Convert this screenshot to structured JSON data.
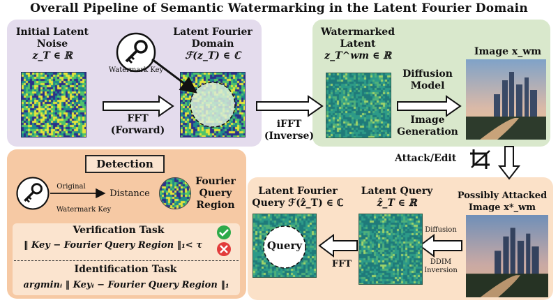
{
  "title": "Overall Pipeline of Semantic Watermarking in the Latent Fourier Domain",
  "generation": {
    "initial_noise": {
      "line1": "Initial Latent",
      "line2": "Noise",
      "math": "z_T ∈ ℝ"
    },
    "fourier_domain": {
      "line1": "Latent Fourier",
      "line2": "Domain",
      "math": "ℱ(z_T) ∈ ℂ"
    },
    "watermark_key_label": "Watermark Key",
    "fft": {
      "label": "FFT",
      "sub": "(Forward)"
    }
  },
  "ifft": {
    "label": "iFFT",
    "sub": "(Inverse)"
  },
  "watermarked": {
    "line1": "Watermarked",
    "line2": "Latent",
    "math": "z_T^wm ∈ ℝ",
    "diffusion": {
      "line1": "Diffusion",
      "line2": "Model",
      "line3": "Image",
      "line4": "Generation"
    },
    "image_label": "Image x_wm"
  },
  "attack_label": "Attack/Edit",
  "detection": {
    "title": "Detection",
    "original_label": "Original",
    "watermark_key_label": "Watermark Key",
    "distance_label": "Distance",
    "query_region": {
      "line1": "Fourier",
      "line2": "Query",
      "line3": "Region"
    },
    "verification": {
      "title": "Verification Task",
      "formula": "‖ Key − Fourier Query Region ‖₁< τ"
    },
    "identification": {
      "title": "Identification Task",
      "formula": "argminᵢ ‖ Keyᵢ − Fourier Query Region ‖₁"
    }
  },
  "attacked": {
    "fourier": {
      "line1": "Latent Fourier",
      "line2": "Query ℱ(ẑ_T) ∈ ℂ"
    },
    "query_circle": "Query",
    "latent_query": {
      "line1": "Latent Query",
      "math": "ẑ_T ∈ ℝ"
    },
    "image": {
      "line1": "Possibly Attacked",
      "line2": "Image x*_wm"
    },
    "fft_label": "FFT",
    "diffusion_label": "Diffusion",
    "ddim": {
      "line1": "DDIM",
      "line2": "Inversion"
    }
  },
  "colors": {
    "panel_gen": "#e4dced",
    "panel_wm": "#d9e8cc",
    "panel_det": "#f6c9a4",
    "panel_atk": "#fbe1c8",
    "check": "#2eaa4a",
    "cross": "#e23b3b"
  }
}
